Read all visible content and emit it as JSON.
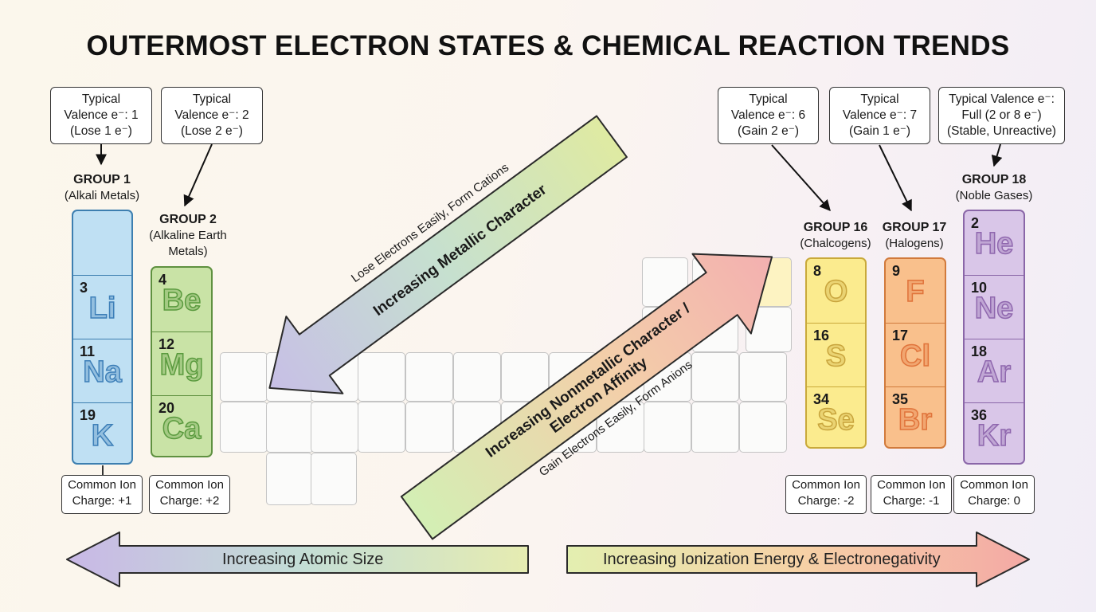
{
  "title": "OUTERMOST ELECTRON STATES & CHEMICAL REACTION TRENDS",
  "valence_boxes": [
    {
      "id": "g1",
      "lines": [
        "Typical",
        "Valence e⁻: 1",
        "(Lose 1 e⁻)"
      ]
    },
    {
      "id": "g2",
      "lines": [
        "Typical",
        "Valence e⁻: 2",
        "(Lose 2 e⁻)"
      ]
    },
    {
      "id": "g16",
      "lines": [
        "Typical",
        "Valence e⁻: 6",
        "(Gain 2 e⁻)"
      ]
    },
    {
      "id": "g17",
      "lines": [
        "Typical",
        "Valence e⁻: 7",
        "(Gain 1 e⁻)"
      ]
    },
    {
      "id": "g18",
      "lines": [
        "Typical Valence e⁻:",
        "Full (2 or 8 e⁻)",
        "(Stable, Unreactive)"
      ]
    }
  ],
  "groups": [
    {
      "id": "g1",
      "name": "GROUP 1",
      "sub": "(Alkali Metals)",
      "ion": [
        "Common Ion",
        "Charge: +1"
      ],
      "fill": "#bfe0f3",
      "stroke": "#3d7fb0",
      "symcolor": "#3d7fb8",
      "elements": [
        {
          "num": "3",
          "sym": "Li"
        },
        {
          "num": "11",
          "sym": "Na"
        },
        {
          "num": "19",
          "sym": "K"
        }
      ]
    },
    {
      "id": "g2",
      "name": "GROUP 2",
      "sub": "(Alkaline Earth",
      "sub2": "Metals)",
      "ion": [
        "Common Ion",
        "Charge: +2"
      ],
      "fill": "#c9e3a6",
      "stroke": "#5f9140",
      "symcolor": "#5a9a3e",
      "elements": [
        {
          "num": "4",
          "sym": "Be"
        },
        {
          "num": "12",
          "sym": "Mg"
        },
        {
          "num": "20",
          "sym": "Ca"
        }
      ]
    },
    {
      "id": "g16",
      "name": "GROUP 16",
      "sub": "(Chalcogens)",
      "ion": [
        "Common Ion",
        "Charge: -2"
      ],
      "fill": "#fbeb8e",
      "stroke": "#c9a93a",
      "symcolor": "#c8a43c",
      "elements": [
        {
          "num": "8",
          "sym": "O"
        },
        {
          "num": "16",
          "sym": "S"
        },
        {
          "num": "34",
          "sym": "Se"
        }
      ]
    },
    {
      "id": "g17",
      "name": "GROUP 17",
      "sub": "(Halogens)",
      "ion": [
        "Common Ion",
        "Charge: -1"
      ],
      "fill": "#f9c08c",
      "stroke": "#d17a3c",
      "symcolor": "#e0733a",
      "elements": [
        {
          "num": "9",
          "sym": "F"
        },
        {
          "num": "17",
          "sym": "Cl"
        },
        {
          "num": "35",
          "sym": "Br"
        }
      ]
    },
    {
      "id": "g18",
      "name": "GROUP 18",
      "sub": "(Noble Gases)",
      "ion": [
        "Common Ion",
        "Charge: 0"
      ],
      "fill": "#d9c6e8",
      "stroke": "#8a66a8",
      "symcolor": "#8f67ae",
      "elements": [
        {
          "num": "2",
          "sym": "He"
        },
        {
          "num": "10",
          "sym": "Ne"
        },
        {
          "num": "18",
          "sym": "Ar"
        },
        {
          "num": "36",
          "sym": "Kr"
        }
      ]
    }
  ],
  "trend_arrows": {
    "metallic_main": "Increasing Metallic Character",
    "metallic_sub": "Lose Electrons Easily, Form Cations",
    "nonmetallic_main1": "Increasing Nonmetallic Character /",
    "nonmetallic_main2": "Electron Affinity",
    "nonmetallic_sub": "Gain Electrons Easily, Form Anions"
  },
  "bottom_arrows": {
    "left": "Increasing Atomic Size",
    "right": "Increasing Ionization Energy & Electronegativity"
  }
}
